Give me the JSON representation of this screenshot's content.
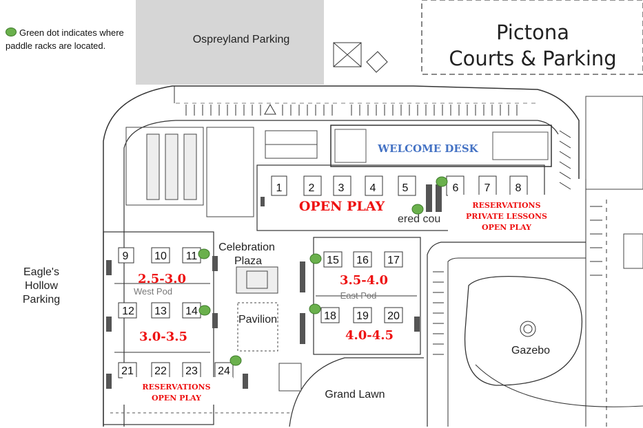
{
  "legend": {
    "dot_color": "#6ab04c",
    "text": "Green dot indicates where paddle racks are located."
  },
  "title": {
    "line1": "Pictona",
    "line2": "Courts & Parking"
  },
  "places": {
    "ospreyland": "Ospreyland Parking",
    "eagles_line1": "Eagle's",
    "eagles_line2": "Hollow",
    "eagles_line3": "Parking",
    "celebration_line1": "Celebration",
    "celebration_line2": "Plaza",
    "pavilion": "Pavilion",
    "gazebo": "Gazebo",
    "grand_lawn": "Grand Lawn",
    "west_pod": "West Pod",
    "east_pod": "East Pod",
    "covered_courts": "ered  cou"
  },
  "labels": {
    "welcome_desk": "WELCOME DESK",
    "open_play": "OPEN PLAY",
    "res_private_1": "RESERVATIONS",
    "res_private_2": "PRIVATE LESSONS",
    "res_private_3": "OPEN PLAY",
    "res_open_1": "RESERVATIONS",
    "res_open_2": "OPEN PLAY",
    "skill_west_top": "2.5-3.0",
    "skill_west_bottom": "3.0-3.5",
    "skill_east_top": "3.5-4.0",
    "skill_east_bottom": "4.0-4.5"
  },
  "courts": [
    "1",
    "2",
    "3",
    "4",
    "5",
    "6",
    "7",
    "8",
    "9",
    "10",
    "11",
    "12",
    "13",
    "14",
    "15",
    "16",
    "17",
    "18",
    "19",
    "20",
    "21",
    "22",
    "23",
    "24"
  ],
  "colors": {
    "label_red": "#ee1111",
    "welcome_blue": "#4472c4",
    "rack_green": "#6ab04c"
  }
}
